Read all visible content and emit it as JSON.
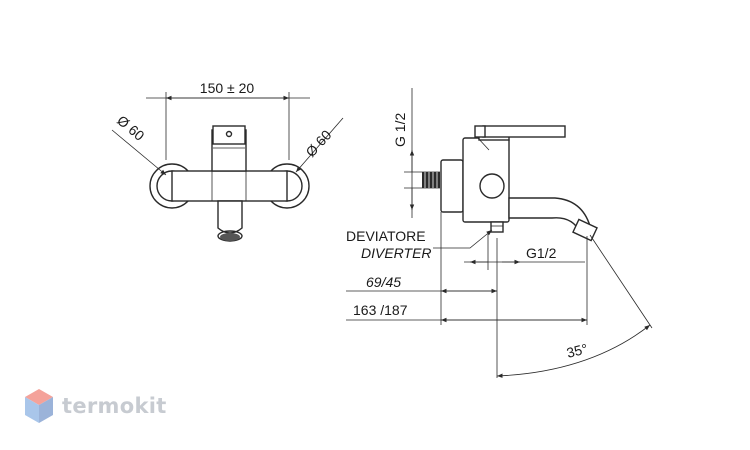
{
  "dimensions": {
    "center_distance": "150 ± 20",
    "diameter_left": "Ø 60",
    "diameter_right": "Ø 60",
    "thread_inlet": "G 1/2",
    "thread_outlet": "G1/2",
    "length_short": "69/45",
    "length_total": "163 /187",
    "angle": "35°"
  },
  "labels": {
    "deviator": "DEVIATORE",
    "diverter": "DIVERTER"
  },
  "watermark": {
    "text": "termokit",
    "colors": {
      "top": "#f4a29a",
      "left": "#a9c6ea",
      "right": "#9bb3d9"
    }
  }
}
